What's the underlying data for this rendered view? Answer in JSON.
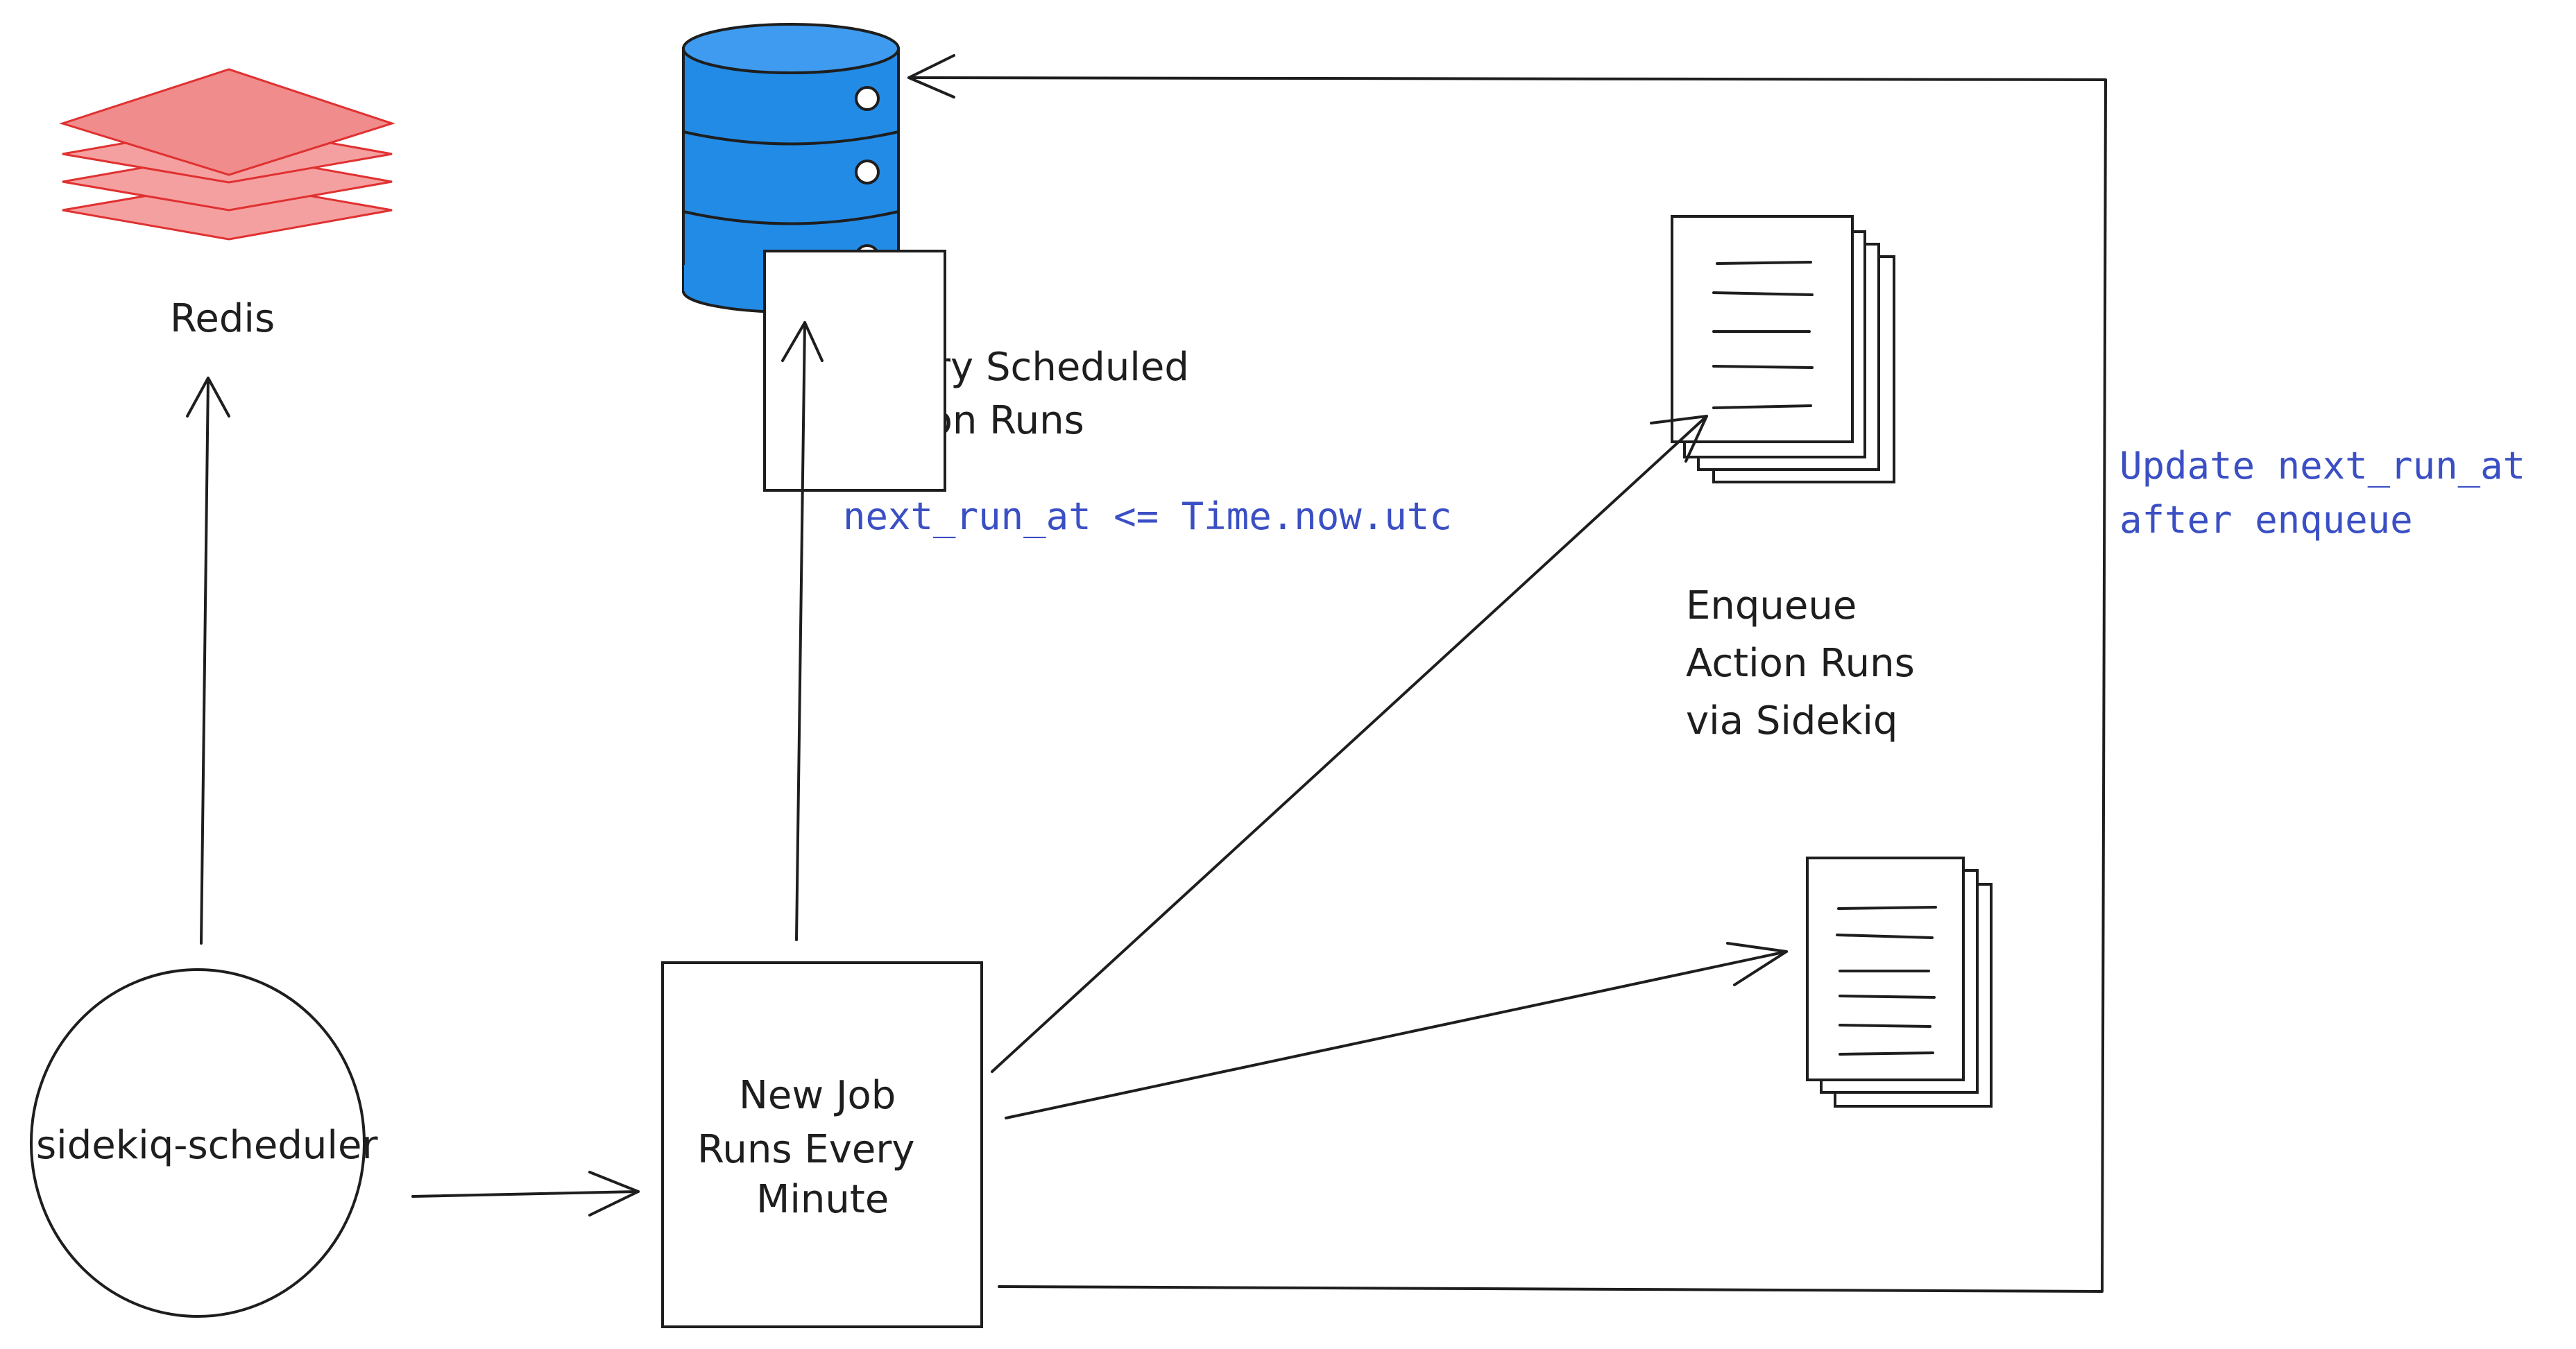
{
  "nodes": {
    "redis": {
      "label": "Redis",
      "color": "#f08c8c",
      "stroke": "#e03131"
    },
    "database": {
      "color": "#228be6"
    },
    "scheduler": {
      "label": "sidekiq-scheduler"
    },
    "job": {
      "lines": [
        "New Job",
        "Runs Every",
        "Minute"
      ]
    }
  },
  "annotations": {
    "query": [
      "Query Scheduled",
      "Action Runs"
    ],
    "condition": "next_run_at <= Time.now.utc",
    "enqueue": [
      "Enqueue",
      "Action Runs",
      "via Sidekiq"
    ],
    "update": [
      "Update next_run_at",
      "after enqueue"
    ]
  },
  "colors": {
    "ink": "#1e1e1e",
    "annotation": "#3b4fc4"
  },
  "icons": [
    "layers-icon",
    "database-icon",
    "document-stack-icon"
  ]
}
